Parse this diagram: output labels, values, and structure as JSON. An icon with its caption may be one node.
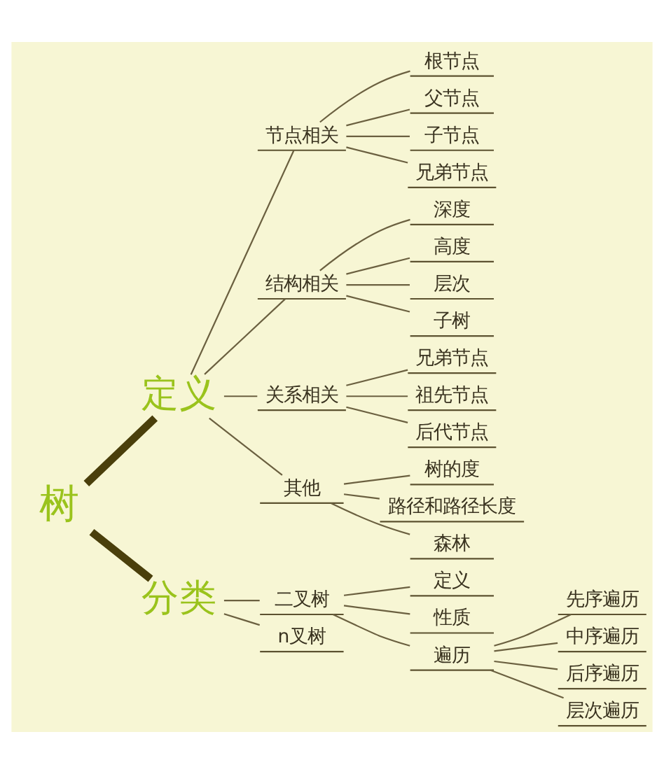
{
  "diagram": {
    "nodes": [
      {
        "text": [
          "树"
        ]
      },
      {
        "text": [
          "定义"
        ]
      },
      {
        "text": [
          "节点相关"
        ]
      },
      {
        "text": [
          "根节点"
        ]
      },
      {
        "text": [
          "父节点"
        ]
      },
      {
        "text": [
          "子节点"
        ]
      },
      {
        "text": [
          "兄弟节点"
        ]
      },
      {
        "text": [
          "结构相关"
        ]
      },
      {
        "text": [
          "深度"
        ]
      },
      {
        "text": [
          "高度"
        ]
      },
      {
        "text": [
          "层次"
        ]
      },
      {
        "text": [
          "子树"
        ]
      },
      {
        "text": [
          "关系相关"
        ]
      },
      {
        "text": [
          "兄弟节点"
        ]
      },
      {
        "text": [
          "祖先节点"
        ]
      },
      {
        "text": [
          "后代节点"
        ]
      },
      {
        "text": [
          "其他"
        ]
      },
      {
        "text": [
          "树的度"
        ]
      },
      {
        "text": [
          "路径和路径长度"
        ]
      },
      {
        "text": [
          "森林"
        ]
      },
      {
        "text": [
          "分类"
        ]
      },
      {
        "text": [
          "二叉树"
        ]
      },
      {
        "text": [
          "定义"
        ]
      },
      {
        "text": [
          "性质"
        ]
      },
      {
        "text": [
          "遍历"
        ]
      },
      {
        "text": [
          "先序遍历"
        ]
      },
      {
        "text": [
          "中序遍历"
        ]
      },
      {
        "text": [
          "后序遍历"
        ]
      },
      {
        "text": [
          "层次遍历"
        ]
      },
      {
        "text": [
          "n叉树"
        ]
      }
    ],
    "edges": [
      {
        "from": 0,
        "to": 1,
        "arrow": "none",
        "style": "thick",
        "color": "#4a3f0b"
      },
      {
        "from": 1,
        "to": 2,
        "arrow": "none"
      },
      {
        "from": 2,
        "to": 3,
        "arrow": "none"
      },
      {
        "from": 2,
        "to": 4,
        "arrow": "none"
      },
      {
        "from": 2,
        "to": 5,
        "arrow": "none"
      },
      {
        "from": 2,
        "to": 6,
        "arrow": "none"
      },
      {
        "from": 1,
        "to": 7,
        "arrow": "none"
      },
      {
        "from": 7,
        "to": 8,
        "arrow": "none"
      },
      {
        "from": 7,
        "to": 9,
        "arrow": "none"
      },
      {
        "from": 7,
        "to": 10,
        "arrow": "none"
      },
      {
        "from": 7,
        "to": 11,
        "arrow": "none"
      },
      {
        "from": 1,
        "to": 12,
        "arrow": "none"
      },
      {
        "from": 12,
        "to": 13,
        "arrow": "none"
      },
      {
        "from": 12,
        "to": 14,
        "arrow": "none"
      },
      {
        "from": 12,
        "to": 15,
        "arrow": "none"
      },
      {
        "from": 1,
        "to": 16,
        "arrow": "none"
      },
      {
        "from": 16,
        "to": 17,
        "arrow": "none"
      },
      {
        "from": 16,
        "to": 18,
        "arrow": "none"
      },
      {
        "from": 16,
        "to": 19,
        "arrow": "none"
      },
      {
        "from": 0,
        "to": 20,
        "arrow": "none",
        "style": "thick",
        "color": "#4a3f0b"
      },
      {
        "from": 20,
        "to": 21,
        "arrow": "none"
      },
      {
        "from": 21,
        "to": 22,
        "arrow": "none"
      },
      {
        "from": 21,
        "to": 23,
        "arrow": "none"
      },
      {
        "from": 21,
        "to": 24,
        "arrow": "none"
      },
      {
        "from": 24,
        "to": 25,
        "arrow": "none"
      },
      {
        "from": 24,
        "to": 26,
        "arrow": "none"
      },
      {
        "from": 24,
        "to": 27,
        "arrow": "none"
      },
      {
        "from": 24,
        "to": 28,
        "arrow": "none"
      },
      {
        "from": 20,
        "to": 29,
        "arrow": "none"
      }
    ]
  }
}
